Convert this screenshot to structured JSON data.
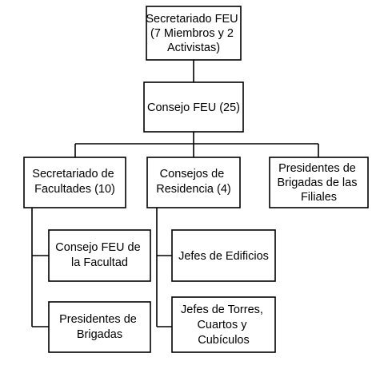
{
  "nodes": {
    "secretariado_feu": [
      "Secretariado FEU",
      "(7 Miembros y 2",
      "Activistas)"
    ],
    "consejo_feu": [
      "Consejo FEU (25)"
    ],
    "secretariado_facultades": [
      "Secretariado de",
      "Facultades (10)"
    ],
    "consejos_residencia": [
      "Consejos de",
      "Residencia (4)"
    ],
    "presidentes_filiales": [
      "Presidentes de",
      "Brigadas de las",
      "Filiales"
    ],
    "consejo_feu_facultad": [
      "Consejo FEU de",
      "la Facultad"
    ],
    "presidentes_brigadas": [
      "Presidentes de",
      "Brigadas"
    ],
    "jefes_edificios": [
      "Jefes de Edificios"
    ],
    "jefes_torres": [
      "Jefes de Torres,",
      "Cuartos y",
      "Cubículos"
    ]
  },
  "colors": {
    "stroke": "#000000",
    "fill": "#ffffff",
    "text": "#000000"
  }
}
